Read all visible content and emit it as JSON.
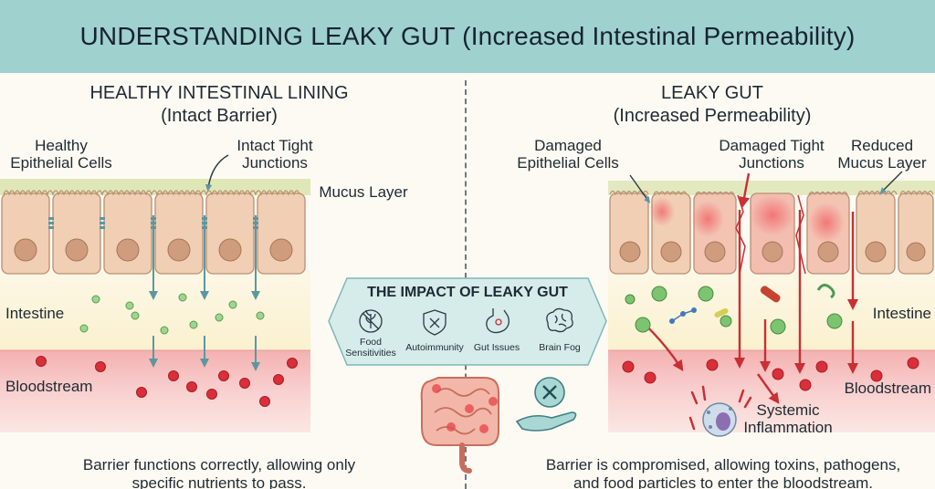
{
  "title": "UNDERSTANDING LEAKY GUT (Increased Intestinal Permeability)",
  "healthy": {
    "heading": "HEALTHY INTESTINAL LINING",
    "subheading": "(Intact Barrier)",
    "label_cells": "Healthy\nEpithelial Cells",
    "label_junctions": "Intact Tight\nJunctions",
    "label_mucus": "Mucus Layer",
    "label_intestine": "Intestine",
    "label_blood": "Bloodstream",
    "caption": "Barrier functions correctly, allowing only\nspecific nutrients to pass."
  },
  "leaky": {
    "heading": "LEAKY GUT",
    "subheading": "(Increased Permeability)",
    "label_cells": "Damaged\nEpithelial Cells",
    "label_junctions": "Damaged Tight\nJunctions",
    "label_mucus": "Reduced\nMucus Layer",
    "label_intestine": "Intestine",
    "label_blood": "Bloodstream",
    "label_inflammation": "Systemic\nInflammation",
    "caption": "Barrier is compromised, allowing toxins, pathogens,\nand food particles to enter the bloodstream."
  },
  "impact": {
    "title": "THE IMPACT OF LEAKY GUT",
    "items": [
      {
        "label": "Food\nSensitivities",
        "icon": "wheat-crossed-icon"
      },
      {
        "label": "Autoimmunity",
        "icon": "shield-icon"
      },
      {
        "label": "Gut Issues",
        "icon": "stomach-icon"
      },
      {
        "label": "Brain Fog",
        "icon": "brain-icon"
      }
    ]
  },
  "colors": {
    "banner": "#9fd1cf",
    "mucus": "#dfe7b6",
    "cell": "#f1cfb4",
    "nucleus": "#cf9c7d",
    "intestine_zone": "#fbf3d6",
    "blood_zone": "#f6c3c1",
    "particle_green": "#7cc46f",
    "rbc": "#d92f38",
    "arrow_healthy": "#5c97a1",
    "arrow_leaky": "#c92f33",
    "impact_panel": "#d5ecea"
  }
}
